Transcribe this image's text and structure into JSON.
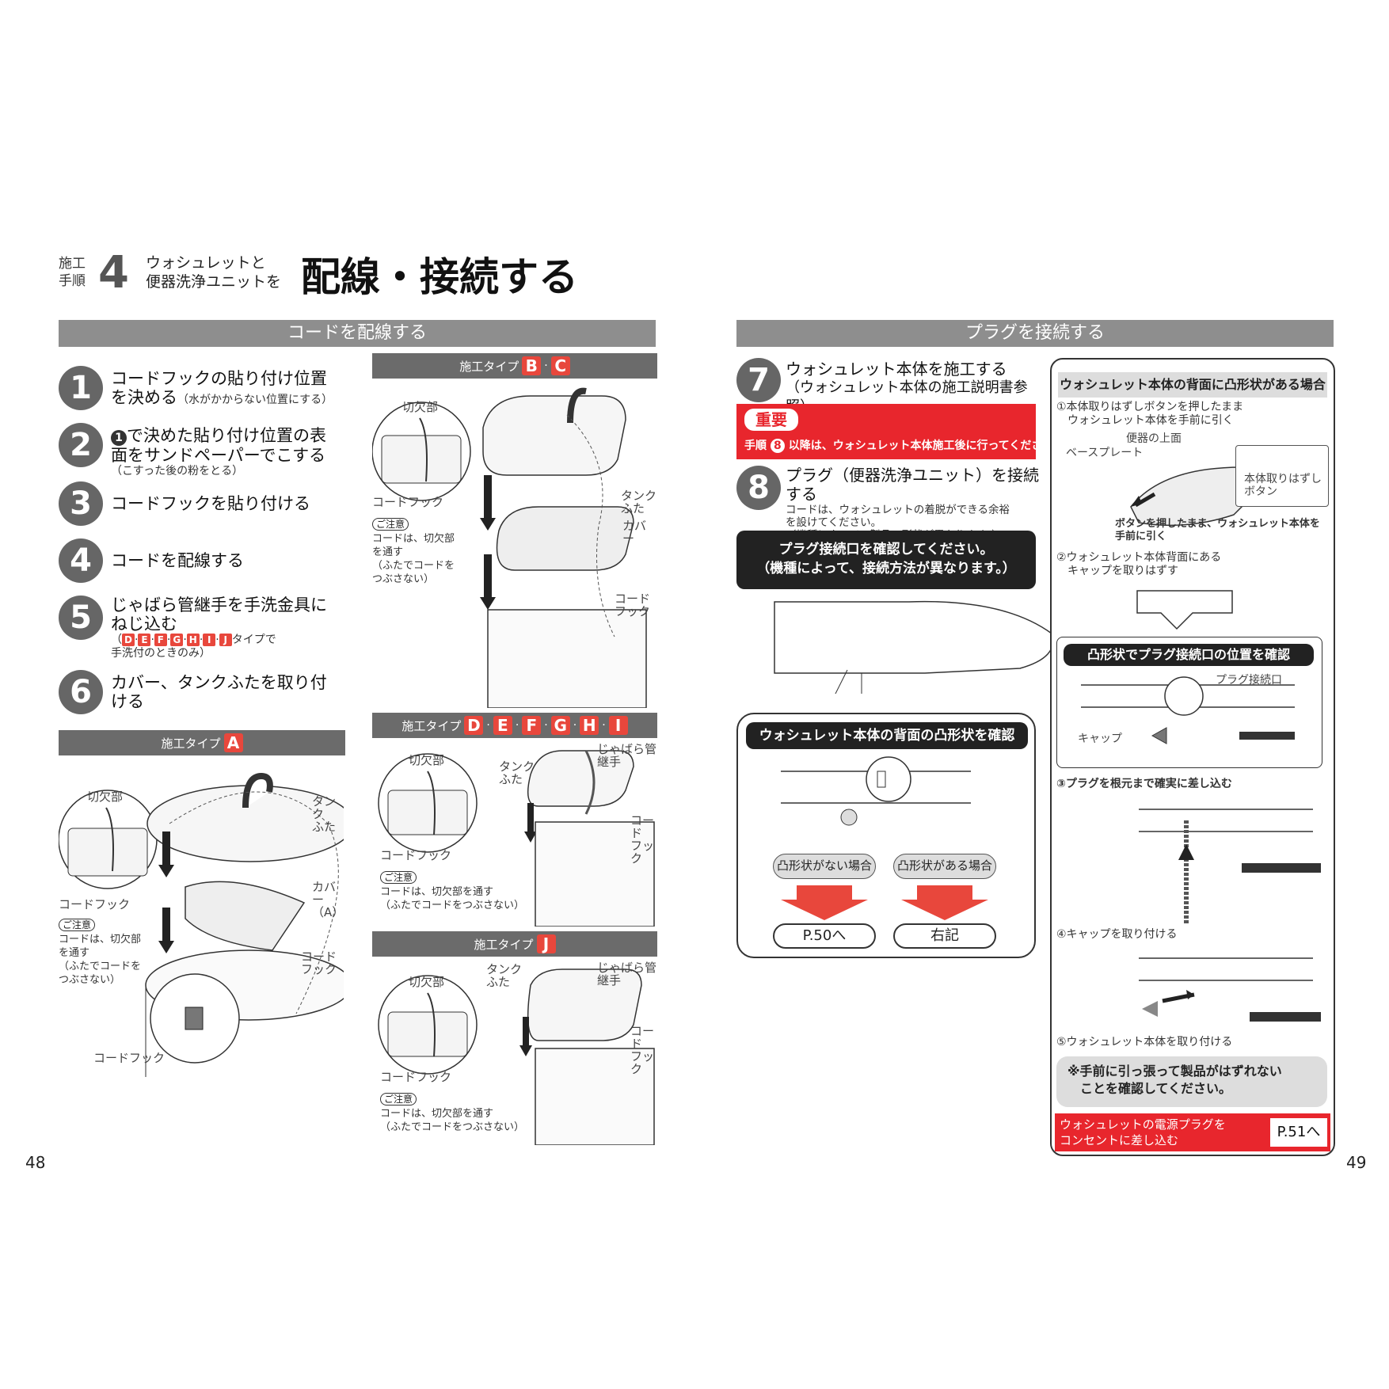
{
  "header": {
    "step_label_1": "施工",
    "step_label_2": "手順",
    "step_number": "4",
    "subtitle_1": "ウォシュレットと",
    "subtitle_2": "便器洗浄ユニットを",
    "title": "配線・接続する"
  },
  "left": {
    "section_title": "コードを配線する",
    "steps": [
      {
        "num": "1",
        "text_1": "コードフックの貼り付け位置",
        "text_2": "を決める",
        "note": "（水がかからない位置にする）"
      },
      {
        "num": "2",
        "text_1": "で決めた貼り付け位置の表",
        "ref": "1",
        "text_2": "面をサンドペーパーでこする",
        "note": "（こすった後の粉をとる）"
      },
      {
        "num": "3",
        "text_1": "コードフックを貼り付ける"
      },
      {
        "num": "4",
        "text_1": "コードを配線する"
      },
      {
        "num": "5",
        "text_1": "じゃばら管継手を手洗金具に",
        "text_2": "ねじ込む",
        "types": [
          "D",
          "E",
          "F",
          "G",
          "H",
          "I",
          "J"
        ],
        "note_suffix": "タイプで",
        "note_2": "手洗付のときのみ）"
      },
      {
        "num": "6",
        "text_1": "カバー、タンクふたを取り付",
        "text_2": "ける"
      }
    ],
    "type_label": "施工タイプ",
    "type_a": {
      "letters": [
        "A"
      ],
      "notch": "切欠部",
      "cord_hook_1": "コードフック",
      "tank_lid": "タンク\nふた",
      "cover": "カバー\n（A）",
      "cord_hook_2": "コード\nフック",
      "cord_hook_3": "コードフック",
      "caution_tag": "ご注意",
      "caution_text": "コードは、切欠部\nを通す\n（ふたでコードを\nつぶさない）"
    },
    "type_bc": {
      "letters": [
        "B",
        "C"
      ],
      "notch": "切欠部",
      "cord_hook_1": "コードフック",
      "tank_lid": "タンク\nふた",
      "cover": "カバー",
      "cord_hook_2": "コード\nフック",
      "caution_tag": "ご注意",
      "caution_text": "コードは、切欠部\nを通す\n（ふたでコードを\nつぶさない）"
    },
    "type_dei": {
      "letters": [
        "D",
        "E",
        "F",
        "G",
        "H",
        "I"
      ],
      "notch": "切欠部",
      "joint": "じゃばら管\n継手",
      "tank_lid": "タンク\nふた",
      "cord_hook_1": "コードフック",
      "cord_hook_2": "コード\nフック",
      "caution_tag": "ご注意",
      "caution_text": "コードは、切欠部を通す\n（ふたでコードをつぶさない）"
    },
    "type_j": {
      "letters": [
        "J"
      ],
      "notch": "切欠部",
      "joint": "じゃばら管\n継手",
      "tank_lid": "タンク\nふた",
      "cord_hook_1": "コードフック",
      "cord_hook_2": "コード\nフック",
      "caution_tag": "ご注意",
      "caution_text": "コードは、切欠部を通す\n（ふたでコードをつぶさない）"
    },
    "page_number": "48"
  },
  "right": {
    "section_title": "プラグを接続する",
    "step7": {
      "num": "7",
      "text_1": "ウォシュレット本体を施工する",
      "text_2": "（ウォシュレット本体の施工説明書参照）"
    },
    "important": {
      "tag": "重要",
      "prefix": "手順",
      "ref": "8",
      "text": "以降は、ウォシュレット本体施工後に行ってください。"
    },
    "step8": {
      "num": "8",
      "text_1": "プラグ（便器洗浄ユニット）を接続する",
      "note": "コードは、ウォシュレットの着脱ができる余裕\nを設けてください。\n（機種によって、製品の形状が異なります。）"
    },
    "confirm_box": "プラグ接続口を確認してください。\n（機種によって、接続方法が異なります。）",
    "check_title": "ウォシュレット本体の背面の凸形状を確認",
    "no_shape": "凸形状がない場合",
    "has_shape": "凸形状がある場合",
    "go_p50": "P.50へ",
    "go_right": "右記",
    "panel": {
      "title": "ウォシュレット本体の背面に凸形状がある場合",
      "s1": "①本体取りはずしボタンを押したまま\n　ウォシュレット本体を手前に引く",
      "toilet_top": "便器の上面",
      "base_plate": "ベースプレート",
      "release_btn": "本体取りはずし\nボタン",
      "s1_caption": "ボタンを押したまま、ウォシュレット本体を\n手前に引く",
      "s2": "②ウォシュレット本体背面にある\n　キャップを取りはずす",
      "sub_title": "凸形状でプラグ接続口の位置を確認",
      "plug_port": "プラグ接続口",
      "cap": "キャップ",
      "s3": "③プラグを根元まで確実に差し込む",
      "s4": "④キャップを取り付ける",
      "s5": "⑤ウォシュレット本体を取り付ける",
      "note": "※手前に引っ張って製品がはずれない\n　ことを確認してください。",
      "footer_text": "ウォシュレットの電源プラグを\nコンセントに差し込む",
      "footer_ref": "P.51へ"
    },
    "page_number": "49"
  },
  "colors": {
    "accent_red": "#e8473c",
    "bar_gray": "#8e8e8e",
    "dark": "#222222"
  }
}
